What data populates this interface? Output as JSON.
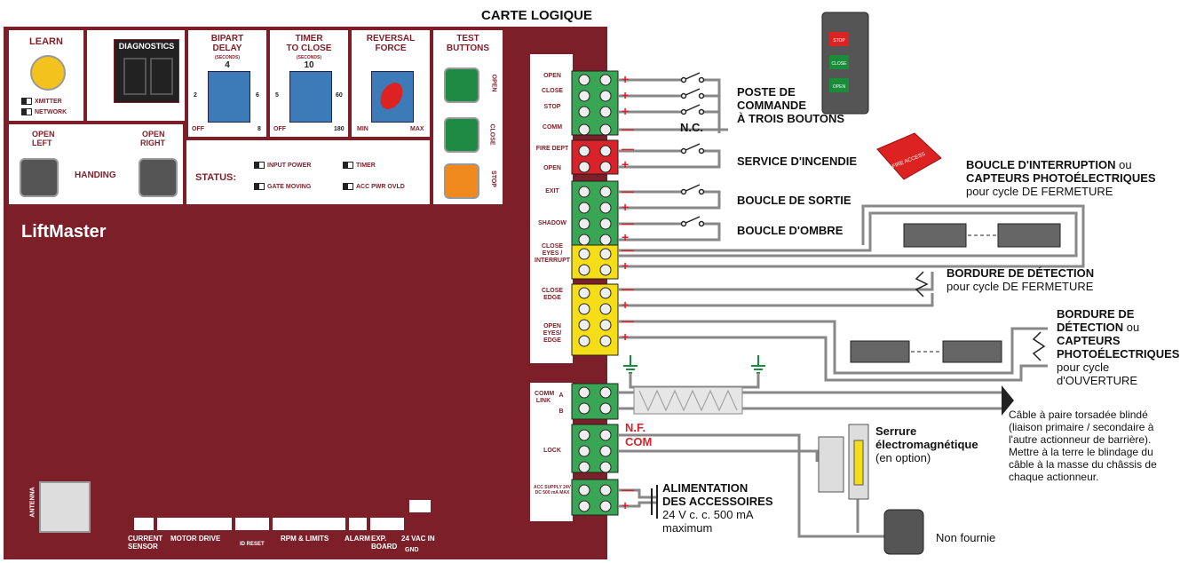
{
  "header": {
    "title": "CARTE LOGIQUE"
  },
  "board": {
    "brand": "LiftMaster",
    "learn": {
      "title": "LEARN",
      "dip1": "XMITTER",
      "dip2": "NETWORK"
    },
    "diagnostics": {
      "title": "DIAGNOSTICS"
    },
    "bipart": {
      "title1": "BIPART",
      "title2": "DELAY",
      "sub": "(SECONDS)",
      "top": "4",
      "left": "2",
      "right": "6",
      "bl": "OFF",
      "br": "8"
    },
    "timer": {
      "title1": "TIMER",
      "title2": "TO CLOSE",
      "sub": "(SECONDS)",
      "top": "10",
      "left": "5",
      "right": "60",
      "bl": "OFF",
      "br": "180"
    },
    "reversal": {
      "title1": "REVERSAL",
      "title2": "FORCE",
      "bl": "MIN",
      "br": "MAX"
    },
    "test": {
      "title1": "TEST",
      "title2": "BUTTONS",
      "open": "OPEN",
      "close": "CLOSE",
      "stop": "STOP"
    },
    "handing": {
      "left1": "OPEN",
      "left2": "LEFT",
      "right1": "OPEN",
      "right2": "RIGHT",
      "label": "HANDING"
    },
    "status": {
      "label": "STATUS:",
      "s1": "INPUT POWER",
      "s2": "TIMER",
      "s3": "GATE MOVING",
      "s4": "ACC PWR OVLD"
    },
    "antenna": "ANTENNA",
    "connectors": [
      "CURRENT SENSOR",
      "MOTOR DRIVE",
      "ID RESET",
      "RPM & LIMITS",
      "ALARM",
      "EXP. BOARD",
      "24 VAC IN",
      "GND"
    ]
  },
  "terminals": {
    "open": "OPEN",
    "close": "CLOSE",
    "stop": "STOP",
    "com": "COMM",
    "fire": "FIRE DEPT",
    "fire_open": "OPEN",
    "exit": "EXIT",
    "shadow": "SHADOW",
    "close_eyes": "CLOSE EYES / INTERRUPT",
    "close_edge": "CLOSE EDGE",
    "open_eyes": "OPEN EYES/ EDGE",
    "comm_link": "COMM LINK",
    "a": "A",
    "b": "B",
    "lock": "LOCK",
    "acc": "ACC SUPPLY 24V DC 500 mA MAX"
  },
  "labels": {
    "poste": [
      "POSTE DE",
      "COMMANDE",
      "À TROIS BOUTONS"
    ],
    "nc": "N.C.",
    "incendie": "SERVICE D'INCENDIE",
    "sortie": "BOUCLE DE SORTIE",
    "ombre": "BOUCLE D'OMBRE",
    "interruption_b": "BOUCLE D'INTERRUPTION",
    "interruption_n": " ou",
    "capteurs": "CAPTEURS PHOTOÉLECTRIQUES",
    "pour_fermeture": "pour cycle DE FERMETURE",
    "bordure_b": "BORDURE DE DÉTECTION",
    "bordure2_1": "BORDURE DE",
    "bordure2_2": "DÉTECTION",
    "ou": " ou",
    "capteurs2_1": "CAPTEURS",
    "capteurs2_2": "PHOTOÉLECTRIQUES",
    "pour_cycle": "pour cycle",
    "ouverture": "d'OUVERTURE",
    "cable": [
      "Câble à paire torsadée blindé",
      "(liaison primaire / secondaire à",
      "l'autre actionneur de barrière).",
      "Mettre à la terre le blindage du",
      "câble à la masse du châssis de",
      "chaque actionneur."
    ],
    "nf": "N.F.",
    "com": "COM",
    "serrure": [
      "Serrure",
      "électromagnétique"
    ],
    "en_option": "(en option)",
    "alim": [
      "ALIMENTATION",
      "DES ACCESSOIRES"
    ],
    "alim_v": "24 V c. c. 500 mA",
    "alim_max": "maximum",
    "non_fournie": "Non fournie",
    "stop_btn": "STOP",
    "close_btn": "CLOSE",
    "open_btn": "OPEN",
    "fire_box": "FIRE ACCESS"
  }
}
